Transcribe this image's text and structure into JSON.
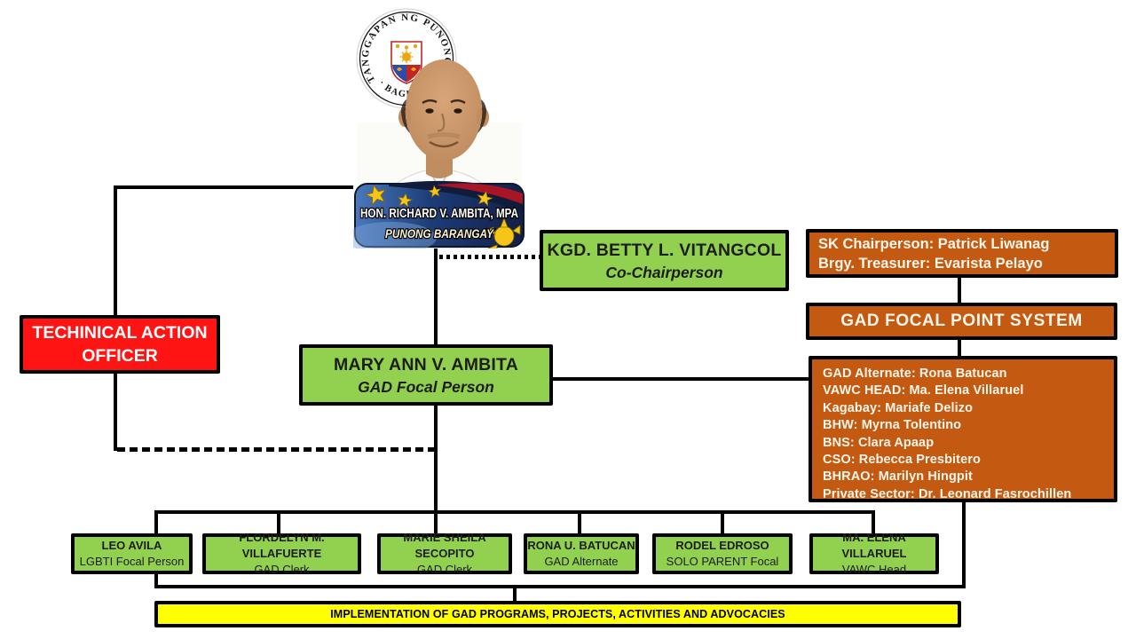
{
  "chairman": {
    "seal_top_text": "TANGGAPAN NG PUNONG",
    "seal_bottom_text": "· BAGBAG ·",
    "name": "HON. RICHARD V. AMBITA, MPA",
    "title": "PUNONG BARANGAY"
  },
  "technical_action_officer": {
    "label": "TECHINICAL ACTION OFFICER"
  },
  "co_chairperson": {
    "name": "KGD. BETTY L. VITANGCOL",
    "role": "Co-Chairperson"
  },
  "officers_box": {
    "line1": "SK Chairperson: Patrick Liwanag",
    "line2": "Brgy. Treasurer: Evarista Pelayo"
  },
  "gad_focal_point_system": {
    "title": "GAD FOCAL POINT SYSTEM"
  },
  "gad_focal_person": {
    "name": "MARY ANN V. AMBITA",
    "role": "GAD Focal Person"
  },
  "members": {
    "lines": [
      "GAD Alternate: Rona Batucan",
      "VAWC HEAD: Ma. Elena Villaruel",
      "Kagabay: Mariafe Delizo",
      "BHW: Myrna Tolentino",
      "BNS: Clara Apaap",
      "CSO: Rebecca Presbitero",
      "BHRAO: Marilyn Hingpit",
      "Private Sector: Dr. Leonard Fasrochillen"
    ]
  },
  "staff": [
    {
      "name": "LEO AVILA",
      "role": "LGBTI Focal Person"
    },
    {
      "name": "FLORDELYN M. VILLAFUERTE",
      "role": "GAD Clerk"
    },
    {
      "name": "MARIE SHEILA SECOPITO",
      "role": "GAD Clerk"
    },
    {
      "name": "RONA U. BATUCAN",
      "role": "GAD Alternate"
    },
    {
      "name": "RODEL EDROSO",
      "role": "SOLO PARENT Focal"
    },
    {
      "name": "MA. ELENA VILLARUEL",
      "role": "VAWC Head"
    }
  ],
  "implementation": {
    "label": "IMPLEMENTATION OF GAD PROGRAMS, PROJECTS, ACTIVITIES AND ADVOCACIES"
  },
  "colors": {
    "green": "#92d050",
    "orange": "#c45911",
    "red": "#ff1414",
    "yellow": "#ffff00",
    "line": "#000000"
  }
}
